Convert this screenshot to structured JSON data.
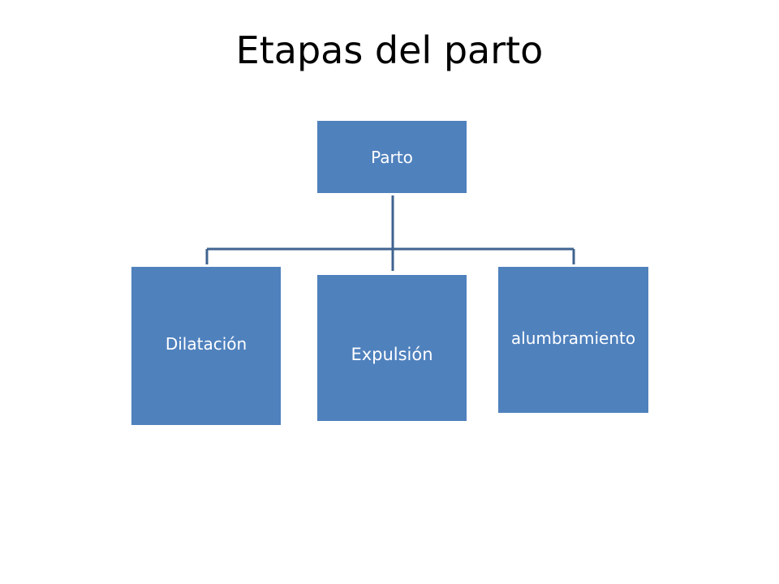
{
  "slide": {
    "title": "Etapas del parto"
  },
  "diagram": {
    "root": {
      "label": "Parto"
    },
    "children": [
      {
        "label": "Dilatación"
      },
      {
        "label": "Expulsión"
      },
      {
        "label": "alumbramiento"
      }
    ],
    "colors": {
      "node_fill": "#4f81bd",
      "node_text": "#ffffff",
      "connector": "#4f6f9a"
    }
  }
}
